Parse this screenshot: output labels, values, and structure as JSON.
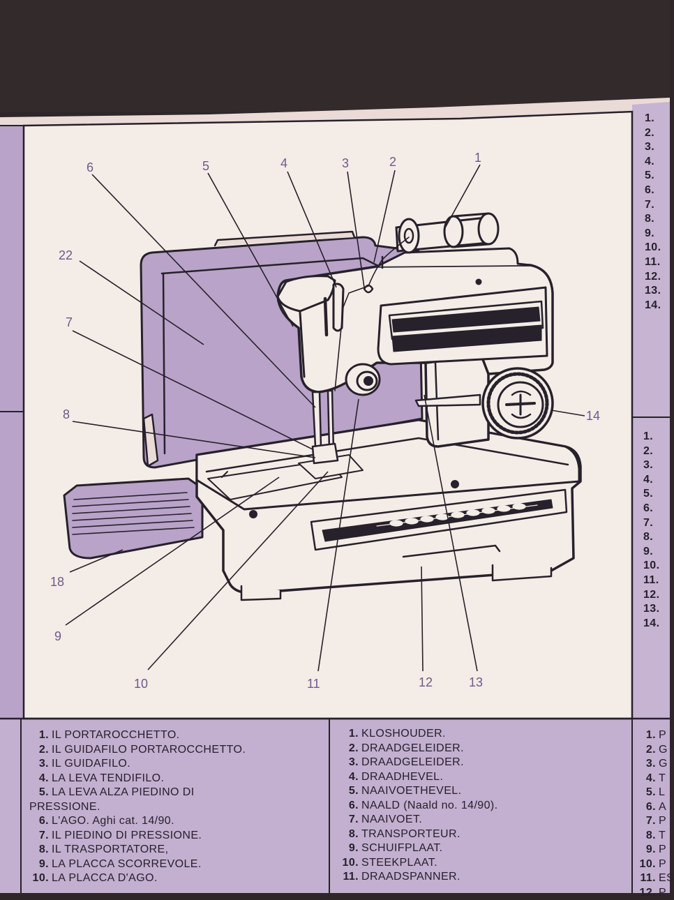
{
  "callouts": [
    "1",
    "2",
    "3",
    "4",
    "5",
    "6",
    "7",
    "8",
    "9",
    "10",
    "11",
    "12",
    "13",
    "14",
    "18",
    "22"
  ],
  "italian_list": [
    {
      "num": "1.",
      "text": "IL PORTAROCCHETTO."
    },
    {
      "num": "2.",
      "text": "IL GUIDAFILO PORTAROCCHETTO."
    },
    {
      "num": "3.",
      "text": "IL GUIDAFILO."
    },
    {
      "num": "4.",
      "text": "LA LEVA TENDIFILO."
    },
    {
      "num": "5.",
      "text": "LA LEVA ALZA PIEDINO DI"
    },
    {
      "num": "",
      "text": "PRESSIONE."
    },
    {
      "num": "6.",
      "text": "L'AGO. Aghi cat. 14/90."
    },
    {
      "num": "7.",
      "text": "IL PIEDINO DI PRESSIONE."
    },
    {
      "num": "8.",
      "text": "IL TRASPORTATORE,"
    },
    {
      "num": "9.",
      "text": "LA PLACCA SCORREVOLE."
    },
    {
      "num": "10.",
      "text": "LA PLACCA D'AGO."
    }
  ],
  "dutch_list": [
    {
      "num": "1.",
      "text": "KLOSHOUDER."
    },
    {
      "num": "2.",
      "text": "DRAADGELEIDER."
    },
    {
      "num": "3.",
      "text": "DRAADGELEIDER."
    },
    {
      "num": "4.",
      "text": "DRAADHEVEL."
    },
    {
      "num": "5.",
      "text": "NAAIVOETHEVEL."
    },
    {
      "num": "6.",
      "text": "NAALD (Naald no. 14/90)."
    },
    {
      "num": "7.",
      "text": "NAAIVOET."
    },
    {
      "num": "8.",
      "text": "TRANSPORTEUR."
    },
    {
      "num": "9.",
      "text": "SCHUIFPLAAT."
    },
    {
      "num": "10.",
      "text": "STEEKPLAAT."
    },
    {
      "num": "11.",
      "text": "DRAADSPANNER."
    }
  ],
  "right_top_list": [
    {
      "num": "1."
    },
    {
      "num": "2."
    },
    {
      "num": "3."
    },
    {
      "num": "4."
    },
    {
      "num": "5."
    },
    {
      "num": "6."
    },
    {
      "num": "7."
    },
    {
      "num": "8."
    },
    {
      "num": "9."
    },
    {
      "num": "10."
    },
    {
      "num": "11."
    },
    {
      "num": "12."
    },
    {
      "num": "13."
    },
    {
      "num": "14."
    }
  ],
  "right_mid_list": [
    {
      "num": "1."
    },
    {
      "num": "2."
    },
    {
      "num": "3."
    },
    {
      "num": "4."
    },
    {
      "num": "5."
    },
    {
      "num": "6."
    },
    {
      "num": "7."
    },
    {
      "num": "8."
    },
    {
      "num": "9."
    },
    {
      "num": "10."
    },
    {
      "num": "11."
    },
    {
      "num": "12."
    },
    {
      "num": "13."
    },
    {
      "num": "14."
    }
  ],
  "right_bottom_list": [
    {
      "num": "1.",
      "text": "P"
    },
    {
      "num": "2.",
      "text": "G"
    },
    {
      "num": "3.",
      "text": "G"
    },
    {
      "num": "4.",
      "text": "T"
    },
    {
      "num": "5.",
      "text": "L"
    },
    {
      "num": "6.",
      "text": "A"
    },
    {
      "num": "7.",
      "text": "P"
    },
    {
      "num": "8.",
      "text": "T"
    },
    {
      "num": "9.",
      "text": "P"
    },
    {
      "num": "10.",
      "text": "P"
    },
    {
      "num": "11.",
      "text": "ES"
    },
    {
      "num": "12.",
      "text": "P"
    }
  ],
  "colors": {
    "desk": "#2e2628",
    "paper": "#f2e6df",
    "lavender": "#b8a2c8",
    "lavender_light": "#cdbcd8",
    "ink": "#26212b",
    "callout_purple": "#6e5a88"
  }
}
